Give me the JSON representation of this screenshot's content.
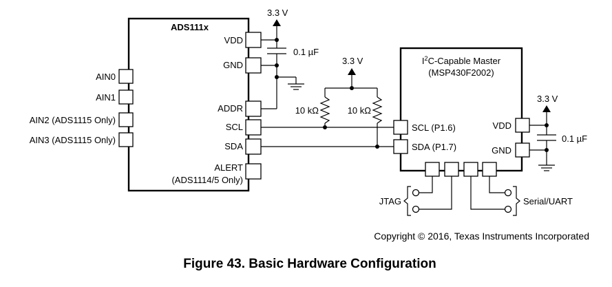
{
  "chip_a": {
    "name": "ADS111x",
    "left_pins": [
      "AIN0",
      "AIN1",
      "AIN2 (ADS1115 Only)",
      "AIN3 (ADS1115 Only)"
    ],
    "right_pins": {
      "vdd": "VDD",
      "gnd": "GND",
      "addr": "ADDR",
      "scl": "SCL",
      "sda": "SDA",
      "alert": "ALERT",
      "alert_note": "(ADS1114/5 Only)"
    }
  },
  "chip_b": {
    "title_pre": "I",
    "title_sup": "2",
    "title_post": "C-Capable Master",
    "subtitle": "(MSP430F2002)",
    "pins": {
      "scl": "SCL (P1.6)",
      "sda": "SDA (P1.7)",
      "vdd": "VDD",
      "gnd": "GND"
    }
  },
  "supply": {
    "v1": "3.3 V",
    "v2": "3.3 V",
    "v3": "3.3 V"
  },
  "components": {
    "cap1": "0.1 µF",
    "cap2": "0.1 µF",
    "r1": "10 kΩ",
    "r2": "10 kΩ"
  },
  "connectors": {
    "jtag": "JTAG",
    "uart": "Serial/UART"
  },
  "copyright": "Copyright © 2016, Texas Instruments Incorporated",
  "caption": "Figure 43.  Basic Hardware Configuration"
}
